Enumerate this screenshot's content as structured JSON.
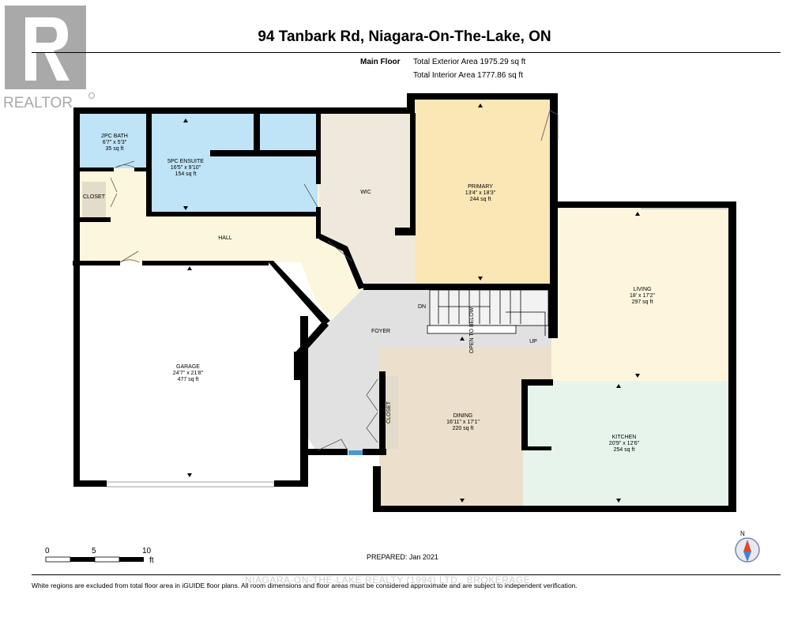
{
  "header": {
    "brand": "REALTOR",
    "title": "94 Tanbark Rd, Niagara-On-The-Lake, ON",
    "floor": "Main Floor",
    "exterior_area": "Total Exterior Area 1975.29 sq ft",
    "interior_area": "Total Interior Area 1777.86 sq ft"
  },
  "rooms": {
    "bath": {
      "name": "2PC BATH",
      "dims": "6'7\" x 5'3\"",
      "area": "35 sq ft"
    },
    "ensuite": {
      "name": "5PC ENSUITE",
      "dims": "16'5\" x 9'10\"",
      "area": "154 sq ft"
    },
    "wic": {
      "name": "WIC"
    },
    "primary": {
      "name": "PRIMARY",
      "dims": "13'4\" x 18'3\"",
      "area": "244 sq ft"
    },
    "closet1": {
      "name": "CLOSET"
    },
    "hall": {
      "name": "HALL"
    },
    "living": {
      "name": "LIVING",
      "dims": "18' x 17'2\"",
      "area": "297 sq ft"
    },
    "garage": {
      "name": "GARAGE",
      "dims": "24'7\" x 21'8\"",
      "area": "477 sq ft"
    },
    "foyer": {
      "name": "FOYER"
    },
    "closet2": {
      "name": "CLOSET"
    },
    "dining": {
      "name": "DINING",
      "dims": "16'11\" x 17'1\"",
      "area": "220 sq ft"
    },
    "kitchen": {
      "name": "KITCHEN",
      "dims": "20'9\" x 12'6\"",
      "area": "254 sq ft"
    }
  },
  "stairs": {
    "dn": "DN",
    "up": "UP",
    "open": "OPEN TO BELOW"
  },
  "scale": {
    "ticks": [
      "0",
      "5",
      "10"
    ],
    "unit": "ft"
  },
  "compass": {
    "north": "N",
    "icon": "compass-icon"
  },
  "footer": {
    "prepared": "PREPARED: Jan 2021",
    "watermark": "NIAGARA-ON-THE-LAKE REALTY (1994) LTD., BROKERAGE",
    "disclaimer": "White regions are excluded from total floor area in iGUIDE floor plans. All room dimensions and floor areas must be considered approximate and are subject to independent verification."
  },
  "colors": {
    "wall": "#000000",
    "window": "#4a9ad0",
    "bath": "#bfe3f7",
    "hall": "#fcf6dc",
    "primary": "#fbe7b5",
    "wic": "#efe9dd",
    "living": "#fdf6dd",
    "kitchen": "#e6f4ec",
    "dining": "#ece0cc",
    "foyer": "#e1e1e1",
    "closet": "#e4dcca"
  }
}
